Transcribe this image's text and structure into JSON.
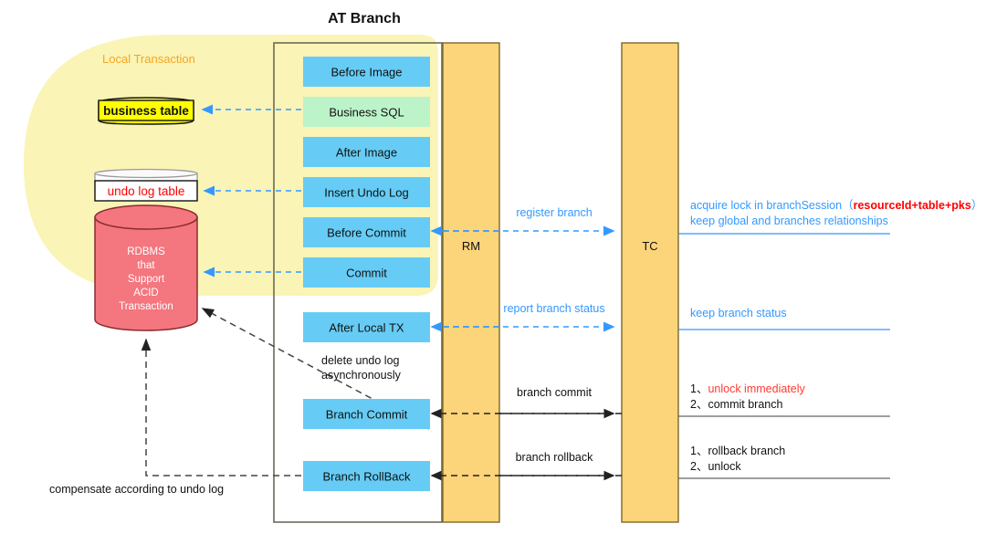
{
  "title": "AT Branch",
  "regions": {
    "local_transaction_label": "Local Transaction",
    "rm_label": "RM",
    "tc_label": "TC"
  },
  "datastore": {
    "business_table": "business table",
    "undo_log_table": "undo log table",
    "rdbms_lines": [
      "RDBMS",
      "that",
      "Support",
      "ACID",
      "Transaction"
    ]
  },
  "branch_steps": [
    {
      "label": "Before Image",
      "kind": "blue"
    },
    {
      "label": "Business SQL",
      "kind": "green"
    },
    {
      "label": "After Image",
      "kind": "blue"
    },
    {
      "label": "Insert Undo Log",
      "kind": "blue"
    },
    {
      "label": "Before Commit",
      "kind": "blue"
    },
    {
      "label": "Commit",
      "kind": "blue"
    },
    {
      "label": "After Local TX",
      "kind": "blue"
    },
    {
      "label": "Branch Commit",
      "kind": "blue"
    },
    {
      "label": "Branch RollBack",
      "kind": "blue"
    }
  ],
  "flows": [
    {
      "label": "register branch",
      "color": "blue"
    },
    {
      "label": "report branch status",
      "color": "blue"
    },
    {
      "label": "branch commit",
      "color": "black"
    },
    {
      "label": "branch rollback",
      "color": "black"
    }
  ],
  "tc_notes": {
    "register": {
      "line1_a": "acquire lock in branchSession",
      "line1_paren_open": "（",
      "line1_red": "resourceId+table+pks",
      "line1_paren_close": "）",
      "line2": "keep global and branches relationships"
    },
    "report": {
      "line1": "keep branch status"
    },
    "commit": {
      "line1_num": "1、",
      "line1_red": "unlock immediately",
      "line2": "2、commit branch"
    },
    "rollback": {
      "line1": "1、rollback branch",
      "line2": "2、unlock"
    }
  },
  "annotations": {
    "delete_undo_log_l1": "delete undo log",
    "delete_undo_log_l2": "asynchronously",
    "compensate": "compensate according to undo log"
  },
  "colors": {
    "blue_box": "#66CCF5",
    "green_box": "#BDF3C9",
    "orange_col": "#FCD479",
    "pale_yellow": "#FAF7C0",
    "blob_yellow": "#FAF4B6",
    "yellow_table": "#FFFF00",
    "red_text": "#FF0000",
    "blue_text": "#3399FF",
    "cylinder": "#F4767E",
    "orange_text": "#F5A623"
  }
}
